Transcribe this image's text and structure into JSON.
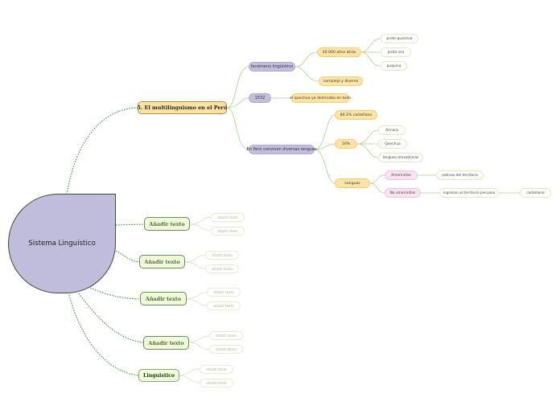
{
  "central": "Sistema Linguistico",
  "branch_main": "5. El multilinguismo en el Perú",
  "nodes": {
    "fenomeno": "fenómeno lingüístico",
    "anios": "30 000 años atrás",
    "protoquechua": "proto-quechua",
    "protoaru": "proto-aru",
    "puquina": "puquina",
    "complejo": "complejo y diverso",
    "y1532": "1532",
    "quechua_dominante": "el quechua ya dominaba en todo",
    "en_peru": "En Perú conviven diversas lenguas",
    "castellano_pct": "84.1% castellano",
    "pct_16": "16%",
    "aimara": "Aimara",
    "quechua": "Quechua",
    "amazonicas": "lenguas amazónicas",
    "lenguas": "Lenguas",
    "amerindias": "Amerindias",
    "nativas_territorio": "nativas del territorio",
    "no_amerindias": "No amerindias",
    "ingresan": "ingresan al territorio peruano",
    "castellano": "castellano"
  },
  "subtopics": {
    "add_text": "Añadir texto",
    "linguistico": "Linguistico",
    "small_add": "añadir texto"
  }
}
